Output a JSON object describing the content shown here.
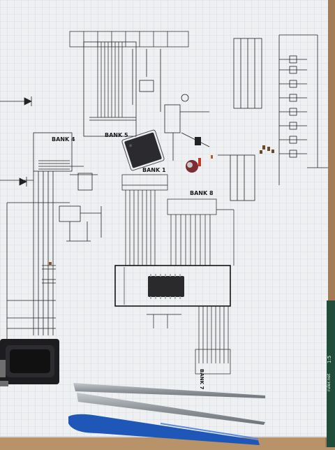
{
  "scene": {
    "colors": {
      "paper": "#eef0f2",
      "grid": "#c8d1de",
      "ink": "#222222",
      "desk": "#b89268",
      "green_ruler": "#1f4d3a",
      "tweezer_steel": "#9aa0a6",
      "tweezer_blue": "#1f57b8",
      "chip": "#2b2b2f",
      "rs232_connector": "#1d1d1f"
    },
    "banks": [
      {
        "label": "BANK 5"
      },
      {
        "label": "BANK 4"
      },
      {
        "label": "BANK 1"
      },
      {
        "label": "BANK 8"
      },
      {
        "label": "BANK 7"
      }
    ],
    "ruler_text": "ruler.net",
    "ruler_scale": "1:5"
  }
}
